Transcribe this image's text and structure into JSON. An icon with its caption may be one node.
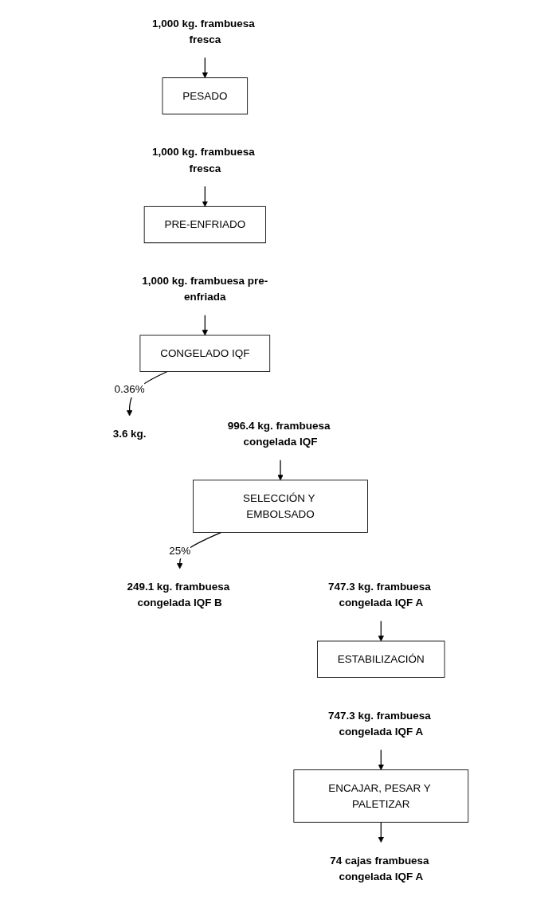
{
  "diagram": {
    "nodes": [
      {
        "text": [
          "1,000 kg. frambuesa fresca"
        ]
      },
      {
        "text": [
          "PESADO"
        ]
      },
      {
        "text": [
          "1,000 kg. frambuesa fresca"
        ]
      },
      {
        "text": [
          "PRE-ENFRIADO"
        ]
      },
      {
        "text": [
          "1,000 kg. frambuesa pre-enfriada"
        ]
      },
      {
        "text": [
          "CONGELADO IQF"
        ]
      },
      {
        "text": [
          "3.6 kg."
        ]
      },
      {
        "text": [
          "996.4 kg. frambuesa congelada IQF"
        ]
      },
      {
        "text": [
          "SELECCIÓN Y EMBOLSADO"
        ]
      },
      {
        "text": [
          "249.1 kg. frambuesa congelada IQF B"
        ]
      },
      {
        "text": [
          "747.3 kg. frambuesa congelada IQF A"
        ]
      },
      {
        "text": [
          "ESTABILIZACIÓN"
        ]
      },
      {
        "text": [
          "747.3 kg. frambuesa congelada IQF A"
        ]
      },
      {
        "text": [
          "ENCAJAR, PESAR Y PALETIZAR"
        ]
      },
      {
        "text": [
          "74 cajas frambuesa congelada IQF A"
        ]
      }
    ],
    "edges": [
      {
        "from": 0,
        "to": 1,
        "arrow": "to"
      },
      {
        "from": 2,
        "to": 3,
        "arrow": "to"
      },
      {
        "from": 4,
        "to": 5,
        "arrow": "to"
      },
      {
        "from": 5,
        "to": 6,
        "arrow": "to",
        "label": "0.36%"
      },
      {
        "from": 7,
        "to": 8,
        "arrow": "to"
      },
      {
        "from": 8,
        "to": 9,
        "arrow": "to",
        "label": "25%"
      },
      {
        "from": 10,
        "to": 11,
        "arrow": "to"
      },
      {
        "from": 12,
        "to": 13,
        "arrow": "to"
      },
      {
        "from": 13,
        "to": 14,
        "arrow": "to"
      }
    ]
  }
}
